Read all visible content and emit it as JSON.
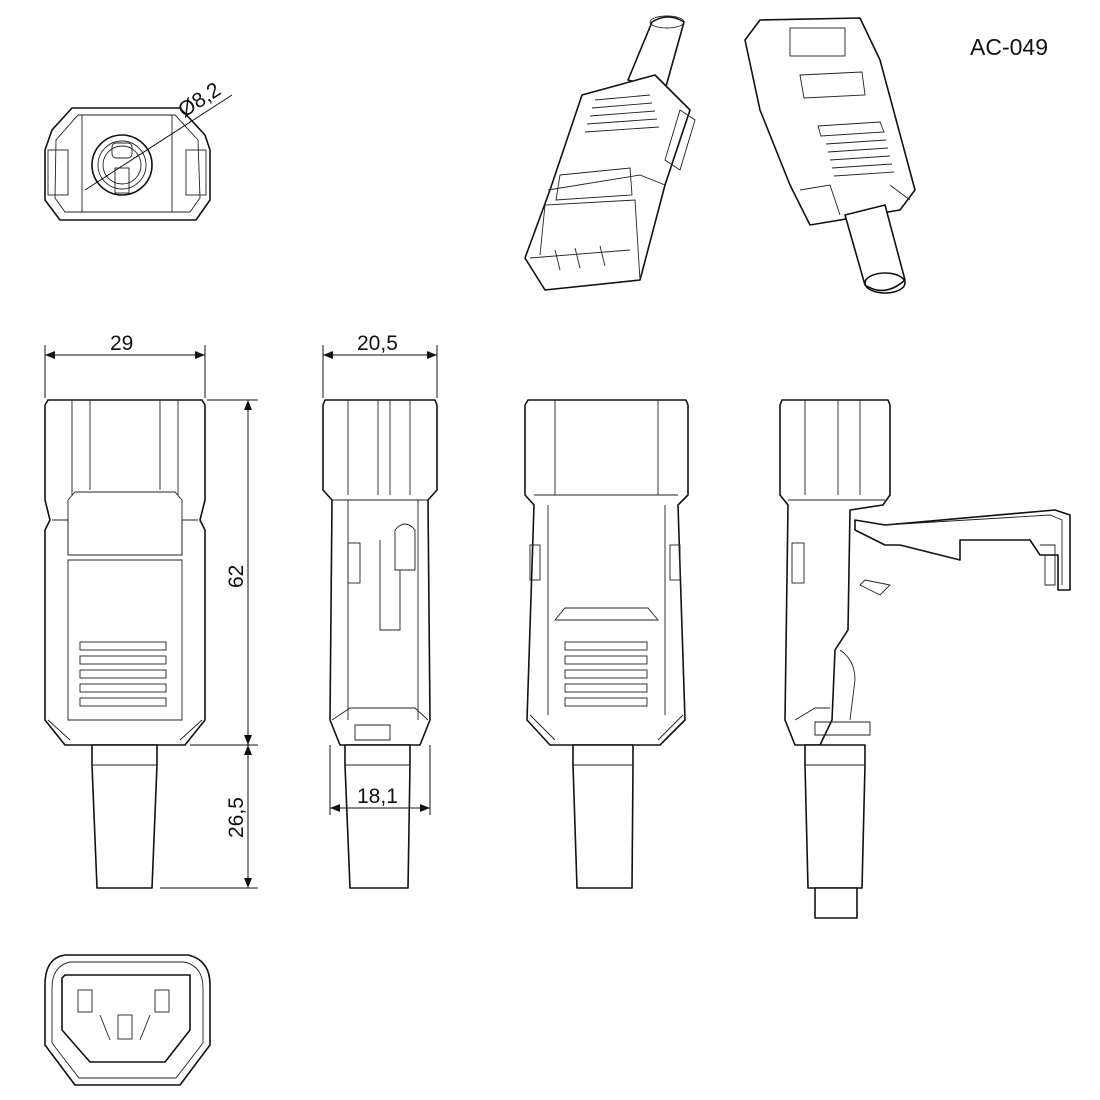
{
  "title": "AC-049",
  "dimensions": {
    "diameter": "Ø8,2",
    "width_front": "29",
    "width_side": "20,5",
    "height_body": "62",
    "height_cable": "26,5",
    "width_side_bottom": "18,1"
  },
  "colors": {
    "line": "#111111",
    "background": "#ffffff"
  }
}
